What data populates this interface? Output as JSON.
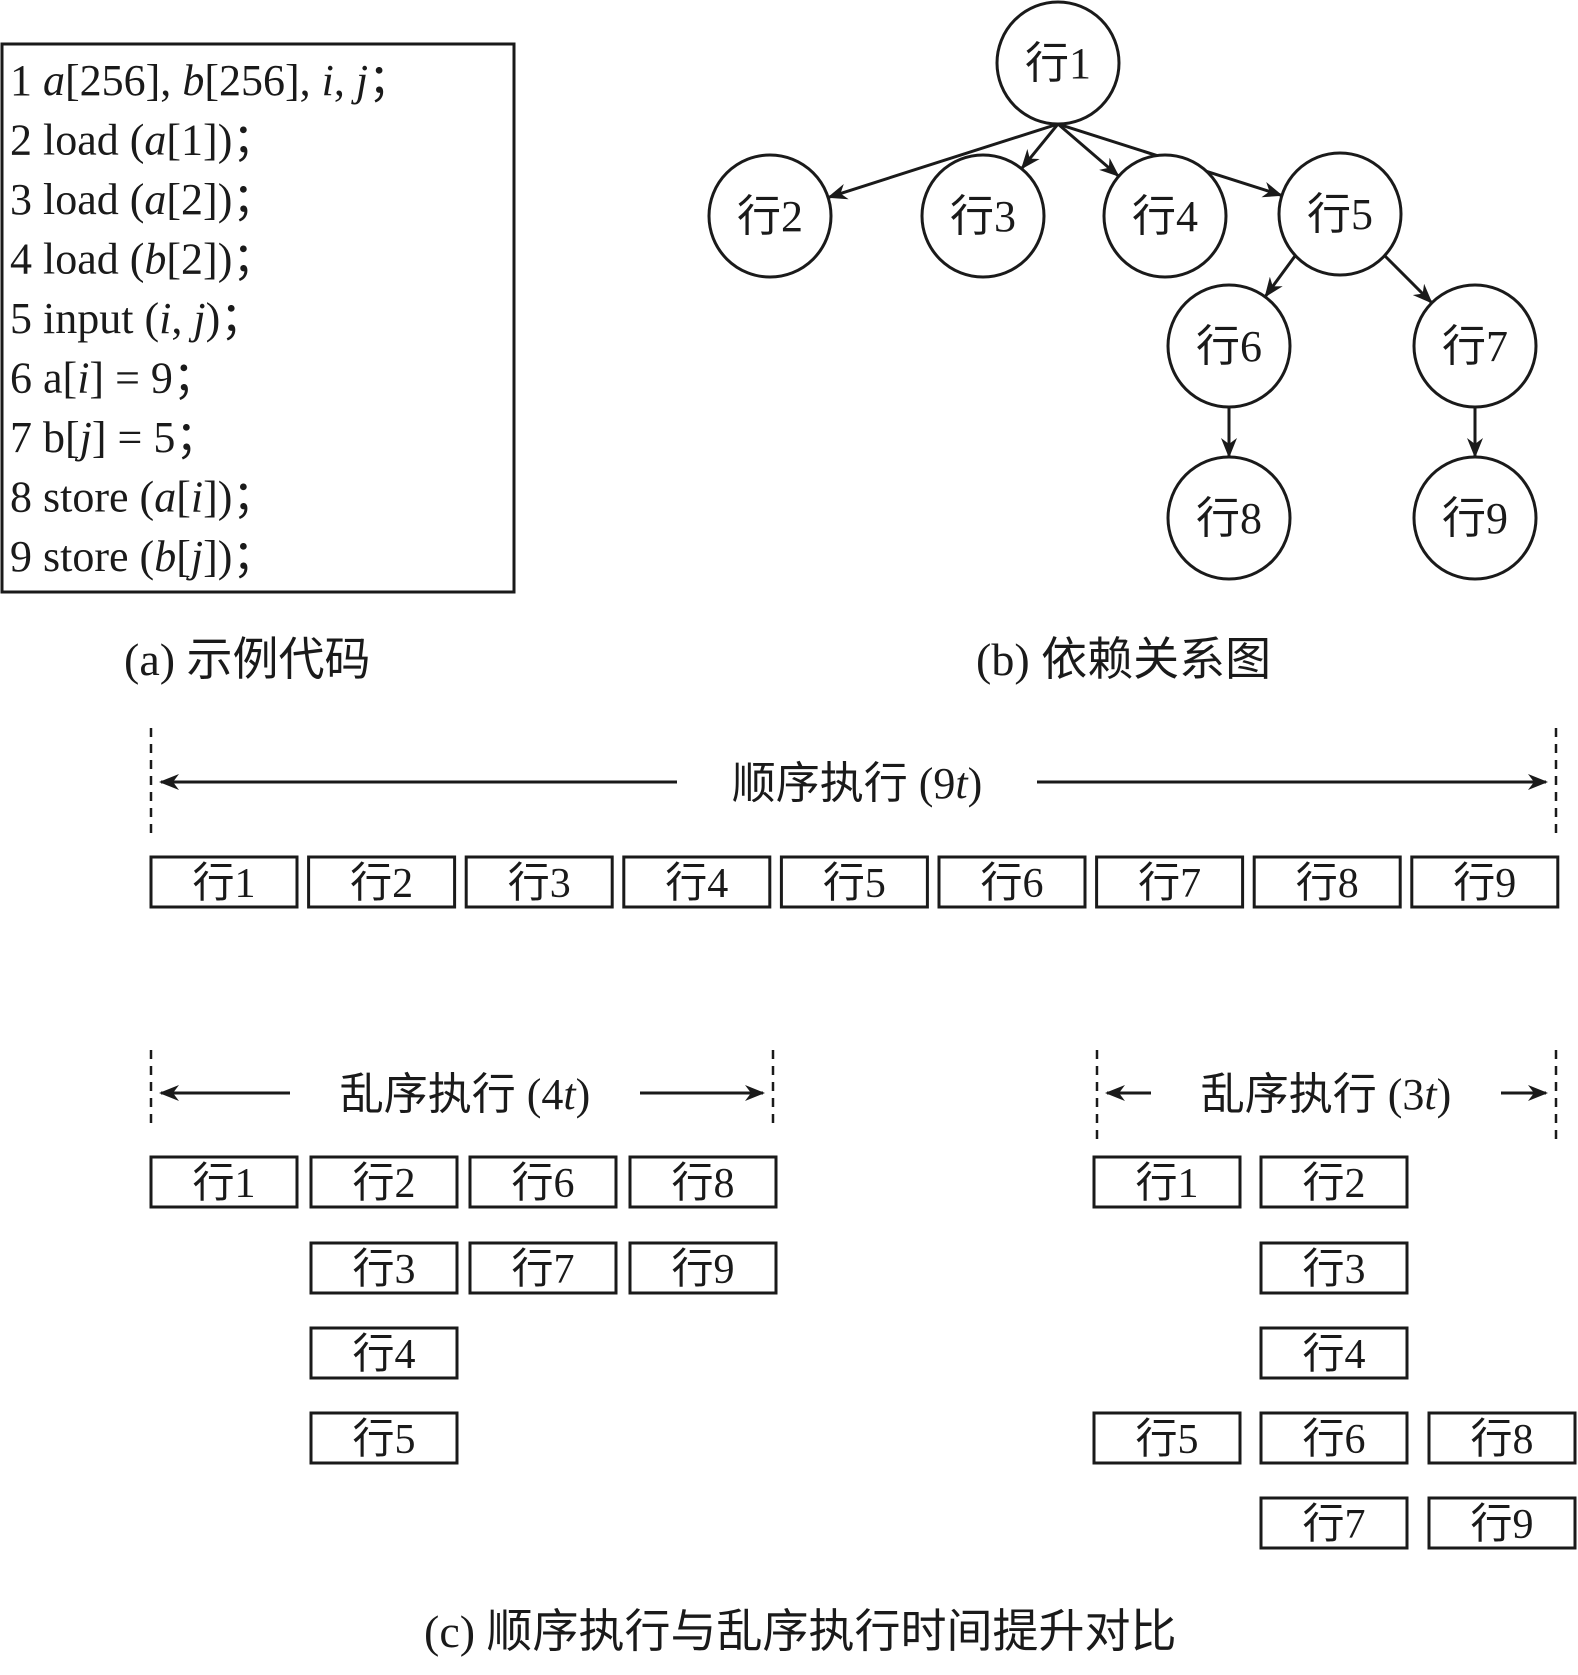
{
  "code_lines": [
    [
      {
        "t": "1 "
      },
      {
        "t": "a",
        "i": true
      },
      {
        "t": "[256], "
      },
      {
        "t": "b",
        "i": true
      },
      {
        "t": "[256], "
      },
      {
        "t": "i",
        "i": true
      },
      {
        "t": ", "
      },
      {
        "t": "j",
        "i": true
      },
      {
        "t": "；"
      }
    ],
    [
      {
        "t": "2 load ("
      },
      {
        "t": "a",
        "i": true
      },
      {
        "t": "[1])；"
      }
    ],
    [
      {
        "t": "3 load ("
      },
      {
        "t": "a",
        "i": true
      },
      {
        "t": "[2])；"
      }
    ],
    [
      {
        "t": "4 load ("
      },
      {
        "t": "b",
        "i": true
      },
      {
        "t": "[2])；"
      }
    ],
    [
      {
        "t": "5 input ("
      },
      {
        "t": "i",
        "i": true
      },
      {
        "t": ", "
      },
      {
        "t": "j",
        "i": true
      },
      {
        "t": ")；"
      }
    ],
    [
      {
        "t": "6 a["
      },
      {
        "t": "i",
        "i": true
      },
      {
        "t": "] = 9；"
      }
    ],
    [
      {
        "t": "7 b["
      },
      {
        "t": "j",
        "i": true
      },
      {
        "t": "] = 5；"
      }
    ],
    [
      {
        "t": "8 store ("
      },
      {
        "t": "a",
        "i": true
      },
      {
        "t": "["
      },
      {
        "t": "i",
        "i": true
      },
      {
        "t": "])；"
      }
    ],
    [
      {
        "t": "9 store ("
      },
      {
        "t": "b",
        "i": true
      },
      {
        "t": "["
      },
      {
        "t": "j",
        "i": true
      },
      {
        "t": "])；"
      }
    ]
  ],
  "caption_a": "(a)  示例代码",
  "caption_b": "(b)  依赖关系图",
  "caption_c": "(c)  顺序执行与乱序执行时间提升对比",
  "graph": {
    "nodes": [
      "行1",
      "行2",
      "行3",
      "行4",
      "行5",
      "行6",
      "行7",
      "行8",
      "行9"
    ],
    "edges": [
      [
        "行1",
        "行2"
      ],
      [
        "行1",
        "行3"
      ],
      [
        "行1",
        "行4"
      ],
      [
        "行1",
        "行5"
      ],
      [
        "行5",
        "行6"
      ],
      [
        "行5",
        "行7"
      ],
      [
        "行6",
        "行8"
      ],
      [
        "行7",
        "行9"
      ]
    ]
  },
  "sequential": {
    "label_main": "顺序执行 (9",
    "label_var": "t",
    "label_end": ")",
    "steps": [
      [
        "行1"
      ],
      [
        "行2"
      ],
      [
        "行3"
      ],
      [
        "行4"
      ],
      [
        "行5"
      ],
      [
        "行6"
      ],
      [
        "行7"
      ],
      [
        "行8"
      ],
      [
        "行9"
      ]
    ]
  },
  "ooo4": {
    "label_main": "乱序执行 (4",
    "label_var": "t",
    "label_end": ")",
    "steps": [
      [
        "行1"
      ],
      [
        "行2",
        "行3",
        "行4",
        "行5"
      ],
      [
        "行6",
        "行7"
      ],
      [
        "行8",
        "行9"
      ]
    ]
  },
  "ooo3": {
    "label_main": "乱序执行 (3",
    "label_var": "t",
    "label_end": ")",
    "steps": [
      [
        "行1",
        "",
        "",
        "行5"
      ],
      [
        "行2",
        "行3",
        "行4",
        "行6",
        "行7"
      ],
      [
        "",
        "",
        "",
        "行8",
        "行9"
      ]
    ]
  }
}
